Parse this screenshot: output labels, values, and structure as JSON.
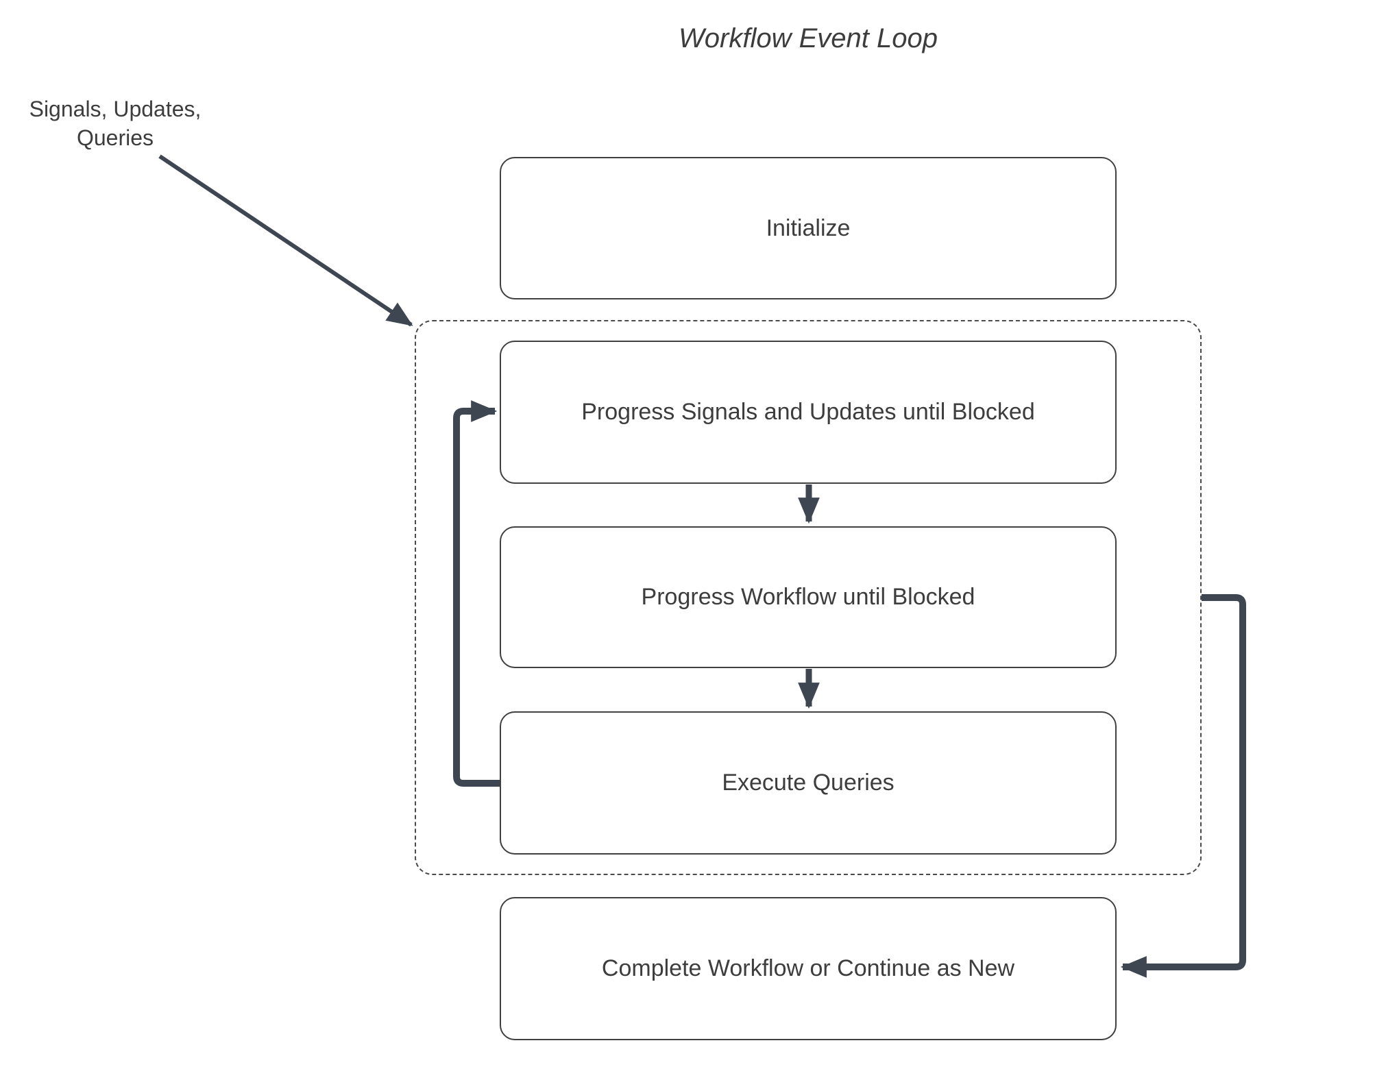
{
  "title": "Workflow Event Loop",
  "annotation": {
    "label": "Signals, Updates,\nQueries"
  },
  "nodes": [
    {
      "id": "initialize",
      "label": "Initialize"
    },
    {
      "id": "progress-signals",
      "label": "Progress Signals and Updates until Blocked"
    },
    {
      "id": "progress-workflow",
      "label": "Progress Workflow until Blocked"
    },
    {
      "id": "execute-queries",
      "label": "Execute Queries"
    },
    {
      "id": "complete",
      "label": "Complete Workflow or Continue as New"
    }
  ],
  "group": {
    "id": "event-loop-group",
    "style": "dashed",
    "contains": [
      "progress-signals",
      "progress-workflow",
      "execute-queries"
    ]
  },
  "edges": [
    {
      "from": "annotation-signals-updates-queries",
      "to": "event-loop-group"
    },
    {
      "from": "progress-signals",
      "to": "progress-workflow"
    },
    {
      "from": "progress-workflow",
      "to": "execute-queries"
    },
    {
      "from": "execute-queries",
      "to": "progress-signals"
    },
    {
      "from": "event-loop-group",
      "to": "complete"
    }
  ],
  "colors": {
    "connector": "#3e4652",
    "border": "#404040",
    "dashed_border": "#4a4a4a",
    "text": "#3d3d3d",
    "background": "#ffffff"
  }
}
